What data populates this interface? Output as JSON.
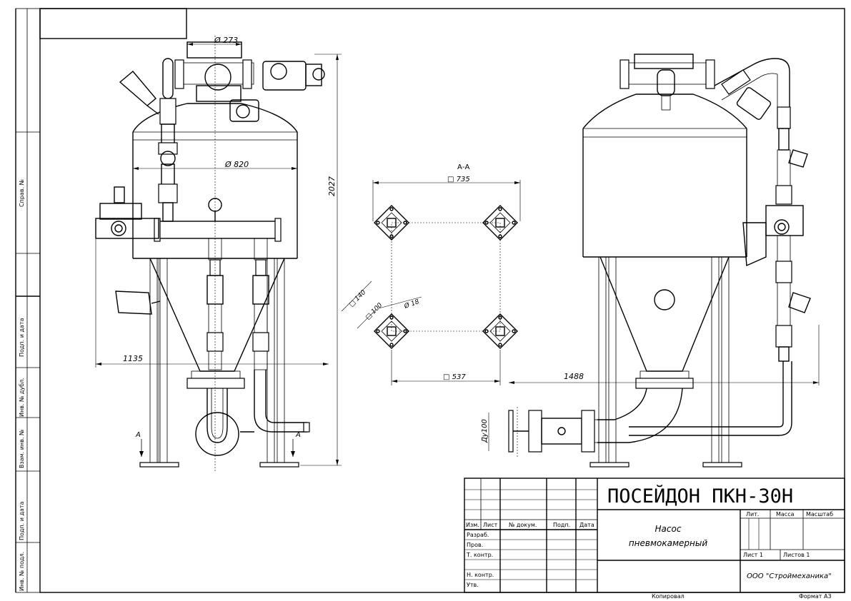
{
  "dimensions": {
    "d273": "Ø 273",
    "d820": "Ø 820",
    "h2027": "2027",
    "w1135": "1135",
    "section": "А-А",
    "sq735": "□ 735",
    "sq537": "□ 537",
    "sq140": "□ 140",
    "sq100": "□ 100",
    "d18": "Ø 18",
    "w1488": "1488",
    "du100": "Ду100",
    "mark_a": "А"
  },
  "side_stamp": {
    "sprav": "Справ. №",
    "podp1": "Подп. и дата",
    "inv_dubl": "Инв. № дубл.",
    "vzam": "Взам. инв. №",
    "podp2": "Подп. и дата",
    "inv_podl": "Инв. № подл."
  },
  "title_block": {
    "product": "ПОСЕЙДОН ПКН-30Н",
    "name_line1": "Насос",
    "name_line2": "пневмокамерный",
    "company": "ООО \"Строймеханика\"",
    "lit": "Лит.",
    "mass": "Масса",
    "scale": "Масштаб",
    "sheet": "Лист 1",
    "sheets": "Листов 1",
    "col_izm": "Изм.",
    "col_list": "Лист",
    "col_doc": "№ докум.",
    "col_podp": "Подп.",
    "col_date": "Дата",
    "row_razrab": "Разраб.",
    "row_prov": "Пров.",
    "row_tkontr": "Т. контр.",
    "row_nkontr": "Н. контр.",
    "row_utv": "Утв.",
    "copied": "Копировал",
    "format": "Формат А3"
  }
}
